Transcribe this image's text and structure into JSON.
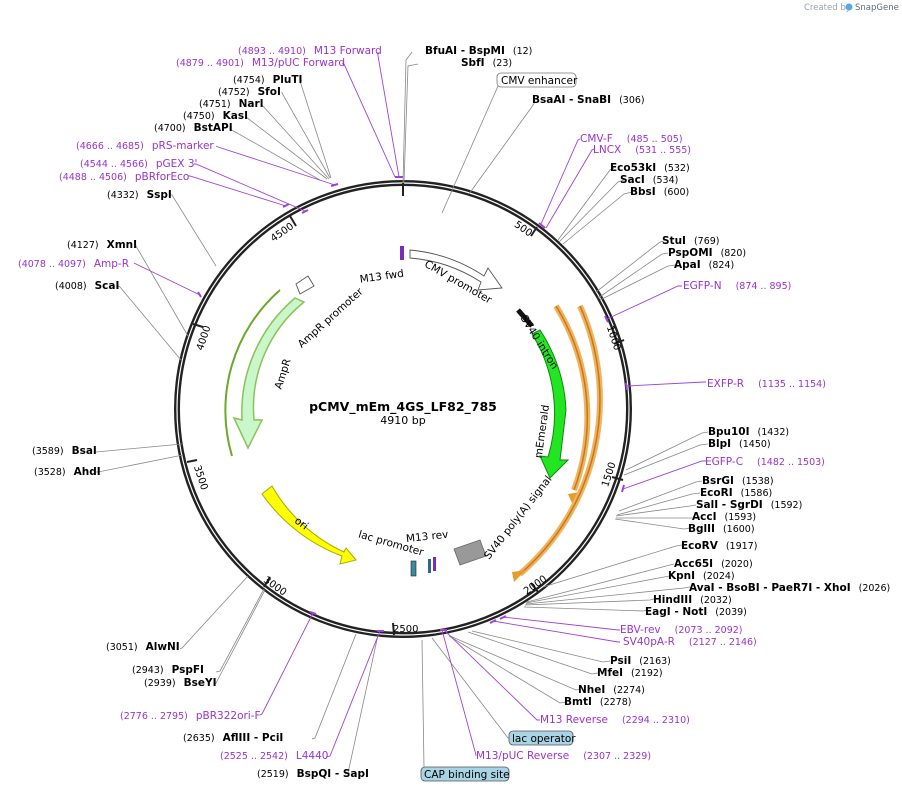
{
  "header": {
    "created_by": "Created by",
    "brand": "SnapGene"
  },
  "plasmid": {
    "name": "pCMV_mEm_4GS_LF82_785",
    "size": "4910 bp"
  },
  "ticks": [
    "500",
    "1000",
    "1500",
    "2000",
    "2500",
    "3000",
    "3500",
    "4000",
    "4500"
  ],
  "sites": [
    {
      "name": "BfuAI",
      "name2": "BspMI",
      "pos": "(12)"
    },
    {
      "name": "SbfI",
      "pos": "(23)"
    },
    {
      "name": "BsaAI",
      "name2": "SnaBI",
      "pos": "(306)"
    },
    {
      "name": "Eco53kI",
      "pos": "(532)"
    },
    {
      "name": "SacI",
      "pos": "(534)"
    },
    {
      "name": "BbsI",
      "pos": "(600)"
    },
    {
      "name": "StuI",
      "pos": "(769)"
    },
    {
      "name": "PspOMI",
      "pos": "(820)"
    },
    {
      "name": "ApaI",
      "pos": "(824)"
    },
    {
      "name": "Bpu10I",
      "pos": "(1432)"
    },
    {
      "name": "BlpI",
      "pos": "(1450)"
    },
    {
      "name": "BsrGI",
      "pos": "(1538)"
    },
    {
      "name": "EcoRI",
      "pos": "(1586)"
    },
    {
      "name": "SalI",
      "name2": "SgrDI",
      "pos": "(1592)"
    },
    {
      "name": "AccI",
      "pos": "(1593)"
    },
    {
      "name": "BglII",
      "pos": "(1600)"
    },
    {
      "name": "EcoRV",
      "pos": "(1917)"
    },
    {
      "name": "Acc65I",
      "pos": "(2020)"
    },
    {
      "name": "KpnI",
      "pos": "(2024)"
    },
    {
      "name": "AvaI",
      "name2": "BsoBI",
      "name3": "PaeR7I",
      "name4": "XhoI",
      "pos": "(2026)"
    },
    {
      "name": "HindIII",
      "pos": "(2032)"
    },
    {
      "name": "EagI",
      "name2": "NotI",
      "pos": "(2039)"
    },
    {
      "name": "PsiI",
      "pos": "(2163)"
    },
    {
      "name": "MfeI",
      "pos": "(2192)"
    },
    {
      "name": "NheI",
      "pos": "(2274)"
    },
    {
      "name": "BmtI",
      "pos": "(2278)"
    },
    {
      "name": "BspQI",
      "name2": "SapI",
      "pos": "(2519)"
    },
    {
      "name": "AflIII",
      "name2": "PciI",
      "pos": "(2635)"
    },
    {
      "name": "BseYI",
      "pos": "(2939)"
    },
    {
      "name": "PspFI",
      "pos": "(2943)"
    },
    {
      "name": "AlwNI",
      "pos": "(3051)"
    },
    {
      "name": "AhdI",
      "pos": "(3528)"
    },
    {
      "name": "BsaI",
      "pos": "(3589)"
    },
    {
      "name": "ScaI",
      "pos": "(4008)"
    },
    {
      "name": "XmnI",
      "pos": "(4127)"
    },
    {
      "name": "SspI",
      "pos": "(4332)"
    },
    {
      "name": "BstAPI",
      "pos": "(4700)"
    },
    {
      "name": "KasI",
      "pos": "(4750)"
    },
    {
      "name": "NarI",
      "pos": "(4751)"
    },
    {
      "name": "SfoI",
      "pos": "(4752)"
    },
    {
      "name": "PluTI",
      "pos": "(4754)"
    }
  ],
  "primers": [
    {
      "name": "M13 Forward",
      "range": "(4893 .. 4910)"
    },
    {
      "name": "M13/pUC Forward",
      "range": "(4879 .. 4901)"
    },
    {
      "name": "pRS-marker",
      "range": "(4666 .. 4685)"
    },
    {
      "name": "pGEX 3'",
      "range": "(4544 .. 4566)"
    },
    {
      "name": "pBRforEco",
      "range": "(4488 .. 4506)"
    },
    {
      "name": "Amp-R",
      "range": "(4078 .. 4097)"
    },
    {
      "name": "CMV-F",
      "range": "(485 .. 505)"
    },
    {
      "name": "LNCX",
      "range": "(531 .. 555)"
    },
    {
      "name": "EGFP-N",
      "range": "(874 .. 895)"
    },
    {
      "name": "EXFP-R",
      "range": "(1135 .. 1154)"
    },
    {
      "name": "EGFP-C",
      "range": "(1482 .. 1503)"
    },
    {
      "name": "EBV-rev",
      "range": "(2073 .. 2092)"
    },
    {
      "name": "SV40pA-R",
      "range": "(2127 .. 2146)"
    },
    {
      "name": "M13 Reverse",
      "range": "(2294 .. 2310)"
    },
    {
      "name": "M13/pUC Reverse",
      "range": "(2307 .. 2329)"
    },
    {
      "name": "pBR322ori-F",
      "range": "(2776 .. 2795)"
    },
    {
      "name": "L4440",
      "range": "(2525 .. 2542)"
    }
  ],
  "boxed": [
    "CMV enhancer",
    "lac operator",
    "CAP binding site"
  ],
  "features": [
    "CMV promoter",
    "M13 fwd",
    "AmpR promoter",
    "AmpR",
    "SV40 intron",
    "mEmerald",
    "SV40 poly(A) signal",
    "M13 rev",
    "lac promoter",
    "ori"
  ]
}
